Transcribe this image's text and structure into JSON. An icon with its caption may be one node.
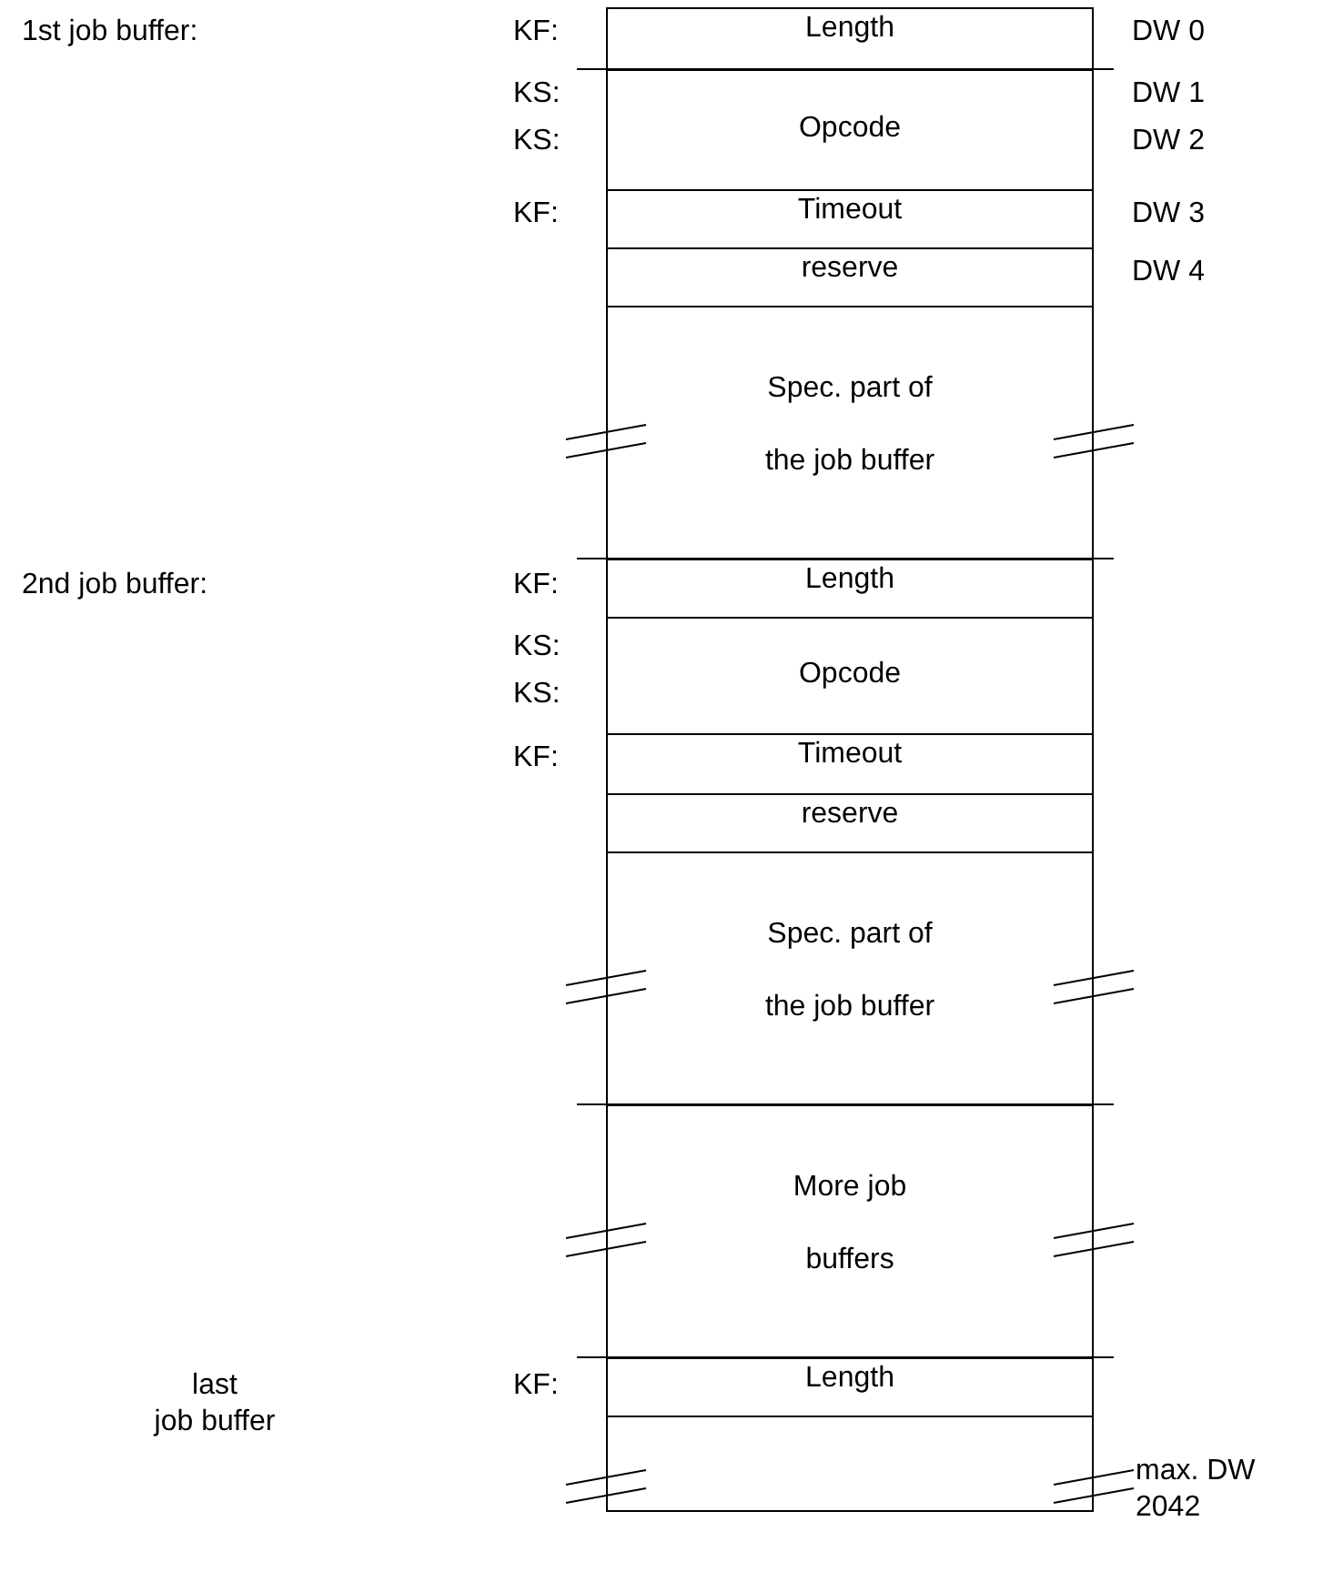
{
  "diagram": {
    "nodes": [
      {
        "text": [
          "Length"
        ]
      },
      {
        "text": [
          "Opcode"
        ]
      },
      {
        "text": [
          "Timeout"
        ]
      },
      {
        "text": [
          "reserve"
        ]
      },
      {
        "text": [
          "Spec. part of the job buffer"
        ]
      },
      {
        "text": [
          "Length"
        ]
      },
      {
        "text": [
          "Opcode"
        ]
      },
      {
        "text": [
          "Timeout"
        ]
      },
      {
        "text": [
          "reserve"
        ]
      },
      {
        "text": [
          "Spec. part of the job buffer"
        ]
      },
      {
        "text": [
          "More job buffers"
        ]
      },
      {
        "text": [
          "Length"
        ]
      },
      {
        "text": [],
        "shape": "box"
      }
    ],
    "edges": [],
    "labels": [
      "1st job buffer:",
      "KF:",
      "DW 0",
      "KS:",
      "DW 1",
      "KS:",
      "DW 2",
      "KF:",
      "DW 3",
      "DW 4",
      "2nd job buffer:",
      "KF:",
      "KS:",
      "KS:",
      "KF:",
      "last",
      "job buffer",
      "KF:",
      "max. DW 2042"
    ]
  }
}
